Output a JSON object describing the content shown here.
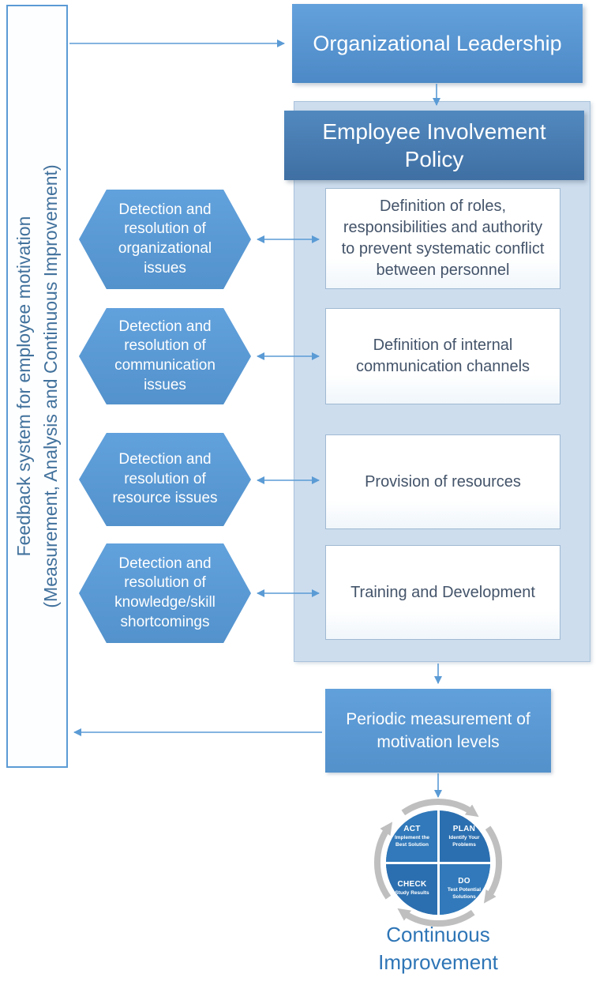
{
  "colors": {
    "accent_blue": "#5B9BD5",
    "header_blue": "#4678B4",
    "panel_blue": "#CDDDEE",
    "sidebar_text_blue": "#41719C",
    "box_text": "#44546A",
    "pdca_blue": "#2E75B6",
    "arc_gray": "#BFBFBF"
  },
  "sidebar": {
    "line1": "Feedback system for employee motivation",
    "line2": "(Measurement, Analysis and Continuous Improvement)"
  },
  "leadership_box": {
    "label": "Organizational Leadership"
  },
  "policy": {
    "header": "Employee Involvement Policy",
    "items": [
      "Definition of roles, responsibilities and authority to prevent systematic conflict between personnel",
      "Definition of internal communication channels",
      "Provision of resources",
      "Training and Development"
    ]
  },
  "hexagons": [
    "Detection and resolution of organizational issues",
    "Detection and resolution of communication issues",
    "Detection and resolution of resource issues",
    "Detection and resolution of knowledge/skill shortcomings"
  ],
  "measurement_box": {
    "label": "Periodic measurement of motivation levels"
  },
  "pdca": {
    "quadrants": [
      {
        "title": "ACT",
        "subtitle": "Implement the Best Solution"
      },
      {
        "title": "PLAN",
        "subtitle": "Identify Your Problems"
      },
      {
        "title": "CHECK",
        "subtitle": "Study Results"
      },
      {
        "title": "DO",
        "subtitle": "Test Potential Solutions"
      }
    ]
  },
  "footer": {
    "label": "Continuous Improvement"
  }
}
